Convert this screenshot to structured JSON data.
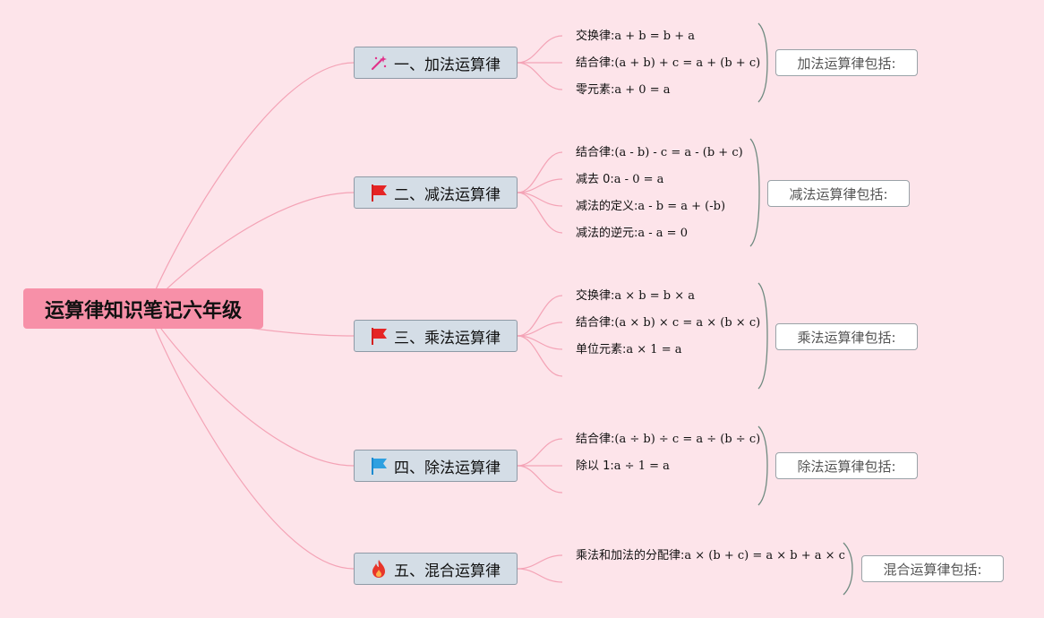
{
  "root": {
    "title": "运算律知识笔记六年级"
  },
  "branches": [
    {
      "title": "一、加法运算律",
      "icon": "magic-wand-icon",
      "summary": "加法运算律包括:",
      "items": [
        {
          "label": "交换律:",
          "formula": "a + b = b + a"
        },
        {
          "label": "结合律:",
          "formula": "(a + b) + c = a + (b + c)"
        },
        {
          "label": "零元素:",
          "formula": "a + 0 = a"
        }
      ]
    },
    {
      "title": "二、减法运算律",
      "icon": "red-flag-icon",
      "summary": "减法运算律包括:",
      "items": [
        {
          "label": "结合律:",
          "formula": "(a - b) - c = a - (b + c)"
        },
        {
          "label": "减去 0:",
          "formula": "a - 0 = a"
        },
        {
          "label": "减法的定义:",
          "formula": "a - b = a + (-b)"
        },
        {
          "label": "减法的逆元:",
          "formula": "a - a = 0"
        }
      ]
    },
    {
      "title": "三、乘法运算律",
      "icon": "red-flag-icon",
      "summary": "乘法运算律包括:",
      "items": [
        {
          "label": "交换律:",
          "formula": "a × b = b × a"
        },
        {
          "label": "结合律:",
          "formula": "(a × b) × c = a × (b × c)"
        },
        {
          "label": "单位元素:",
          "formula": "a × 1 = a"
        }
      ]
    },
    {
      "title": "四、除法运算律",
      "icon": "blue-flag-icon",
      "summary": "除法运算律包括:",
      "items": [
        {
          "label": "结合律:",
          "formula": "(a ÷ b) ÷ c = a ÷ (b ÷ c)"
        },
        {
          "label": "除以 1:",
          "formula": "a ÷ 1 = a"
        }
      ]
    },
    {
      "title": "五、混合运算律",
      "icon": "fire-icon",
      "summary": "混合运算律包括:",
      "items": [
        {
          "label": "乘法和加法的分配律:",
          "formula": "a × (b + c) = a × b + a × c"
        }
      ]
    }
  ],
  "colors": {
    "background": "#fde4ea",
    "root": "#f790a8",
    "connector": "#f4a3b6",
    "branch_fill": "#d4dde6",
    "brace": "#6f8a80"
  }
}
